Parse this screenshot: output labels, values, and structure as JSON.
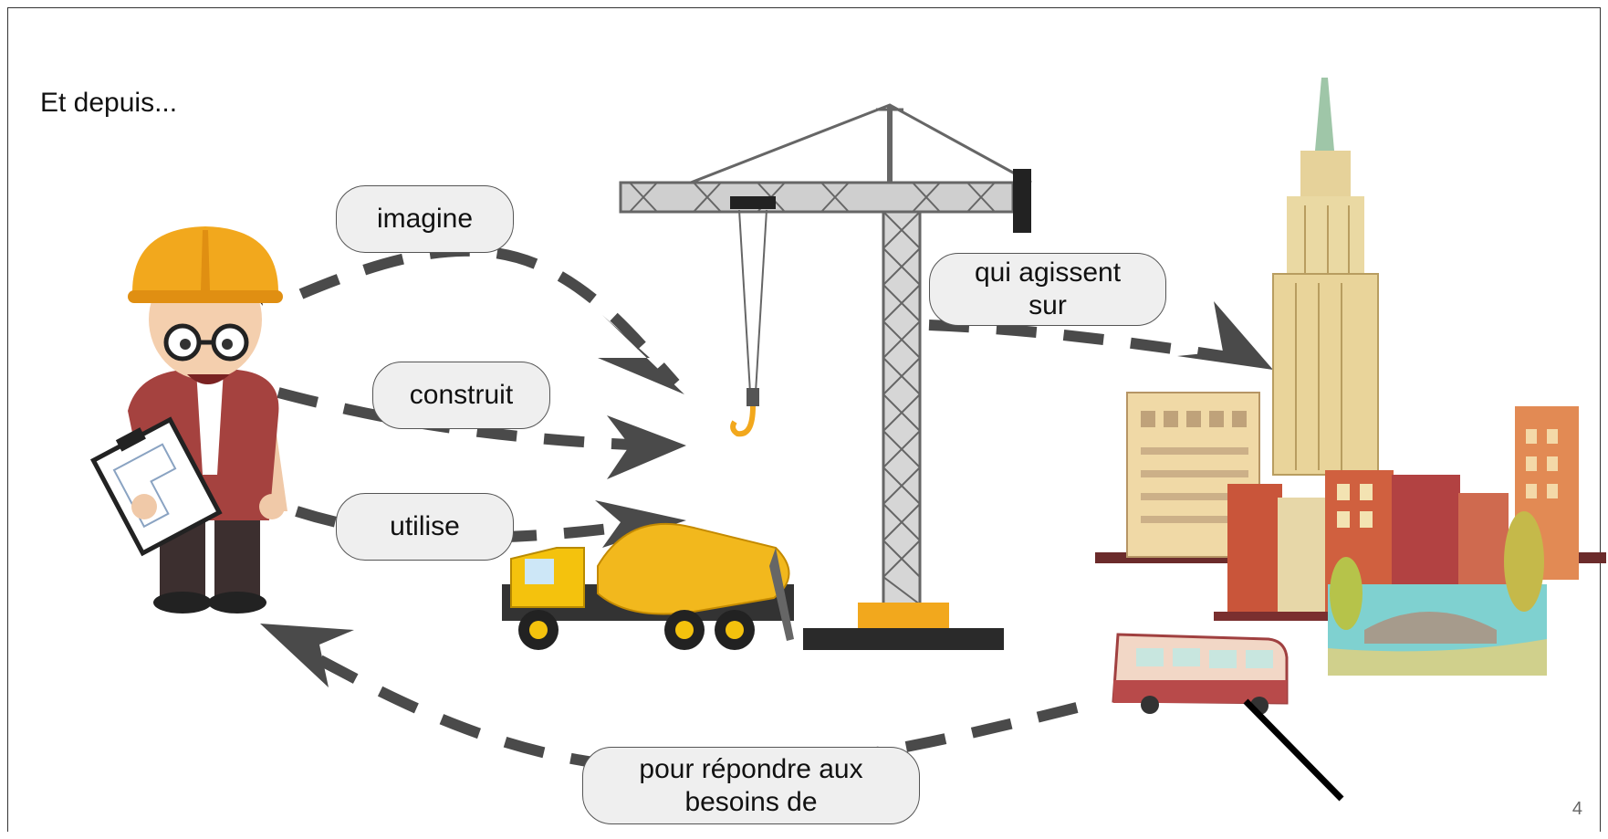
{
  "slide": {
    "title": "Et depuis...",
    "page_number": "4"
  },
  "labels": {
    "imagine": "imagine",
    "construit": "construit",
    "utilise": "utilise",
    "agissent_line1": "qui agissent",
    "agissent_line2": "sur",
    "repondre_line1": "pour répondre aux",
    "repondre_line2": "besoins de"
  },
  "illustrations": {
    "worker": "engineer-worker-illustration",
    "crane": "tower-crane-illustration",
    "truck": "cement-mixer-truck-illustration",
    "city": "city-buildings-illustration",
    "bus": "bus-illustration"
  },
  "colors": {
    "arrow": "#4a4a4a",
    "helmet": "#f2a81d",
    "shirt": "#9e3b3b",
    "crane": "#9a9a9a",
    "truck": "#f0c02a",
    "bubble_bg": "#efefef"
  }
}
